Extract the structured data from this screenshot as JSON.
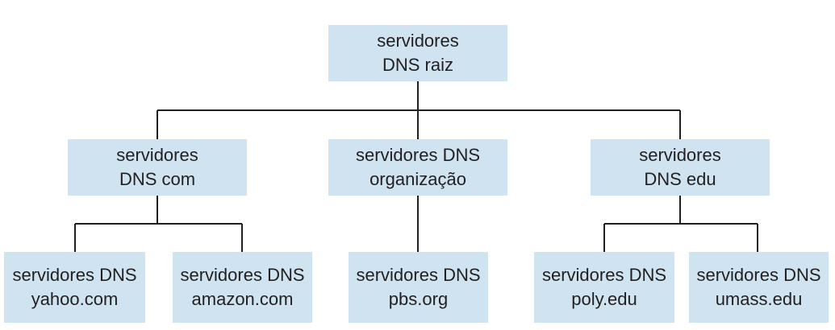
{
  "colors": {
    "node_fill": "#cfe4f0",
    "connector": "#231f20",
    "text": "#231f20"
  },
  "root": {
    "line1": "servidores",
    "line2": "DNS raiz"
  },
  "tld": [
    {
      "line1": "servidores",
      "line2": "DNS com"
    },
    {
      "line1": "servidores DNS",
      "line2": "organização"
    },
    {
      "line1": "servidores",
      "line2": "DNS edu"
    }
  ],
  "authoritative": [
    {
      "line1": "servidores DNS",
      "line2": "yahoo.com"
    },
    {
      "line1": "servidores DNS",
      "line2": "amazon.com"
    },
    {
      "line1": "servidores DNS",
      "line2": "pbs.org"
    },
    {
      "line1": "servidores DNS",
      "line2": "poly.edu"
    },
    {
      "line1": "servidores DNS",
      "line2": "umass.edu"
    }
  ]
}
